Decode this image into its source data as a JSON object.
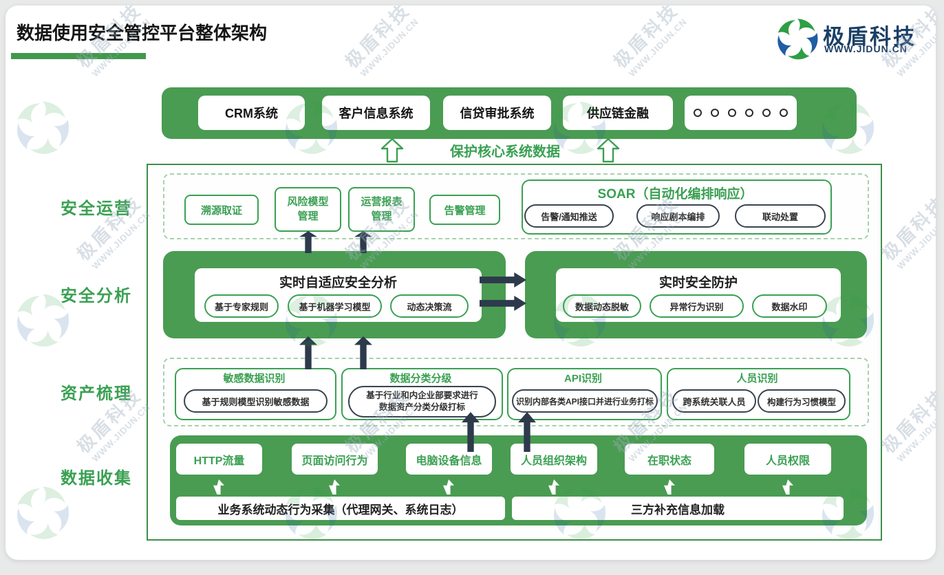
{
  "title": "数据使用安全管控平台整体架构",
  "logo": {
    "brand": "极盾科技",
    "site": "WWW.JIDUN.CN"
  },
  "top_bar": {
    "systems": [
      "CRM系统",
      "客户信息系统",
      "信贷审批系统",
      "供应链金融"
    ],
    "dots": 6
  },
  "protect_label": "保护核心系统数据",
  "sections": {
    "ops": {
      "label": "安全运营",
      "boxes": [
        "溯源取证",
        "风险模型\n管理",
        "运营报表\n管理",
        "告警管理"
      ],
      "soar": {
        "title": "SOAR（自动化编排响应）",
        "pills": [
          "告警/通知推送",
          "响应剧本编排",
          "联动处置"
        ]
      }
    },
    "analysis": {
      "label": "安全分析",
      "left": {
        "title": "实时自适应安全分析",
        "pills": [
          "基于专家规则",
          "基于机器学习模型",
          "动态决策流"
        ]
      },
      "right": {
        "title": "实时安全防护",
        "pills": [
          "数据动态脱敏",
          "异常行为识别",
          "数据水印"
        ]
      }
    },
    "assets": {
      "label": "资产梳理",
      "boxes": [
        {
          "title": "敏感数据识别",
          "pills": [
            "基于规则模型识别敏感数据"
          ]
        },
        {
          "title": "数据分类分级",
          "pills": [
            "基于行业和内企业部要求进行\n数据资产分类分级打标"
          ]
        },
        {
          "title": "API识别",
          "pills": [
            "识别内部各类API接口并进行业务打标"
          ]
        },
        {
          "title": "人员识别",
          "pills": [
            "跨系统关联人员",
            "构建行为习惯模型"
          ]
        }
      ]
    },
    "collect": {
      "label": "数据收集",
      "sources": [
        "HTTP流量",
        "页面访问行为",
        "电脑设备信息",
        "人员组织架构",
        "在职状态",
        "人员权限"
      ],
      "bars": [
        "业务系统动态行为采集（代理网关、系统日志）",
        "三方补充信息加载"
      ]
    }
  },
  "watermark": {
    "text": "极盾科技",
    "subtext": "WWW.JIDUN.CN"
  },
  "colors": {
    "green": "#4a9c52",
    "green_text": "#3aa052",
    "dark_navy": "#2d3a4c"
  }
}
